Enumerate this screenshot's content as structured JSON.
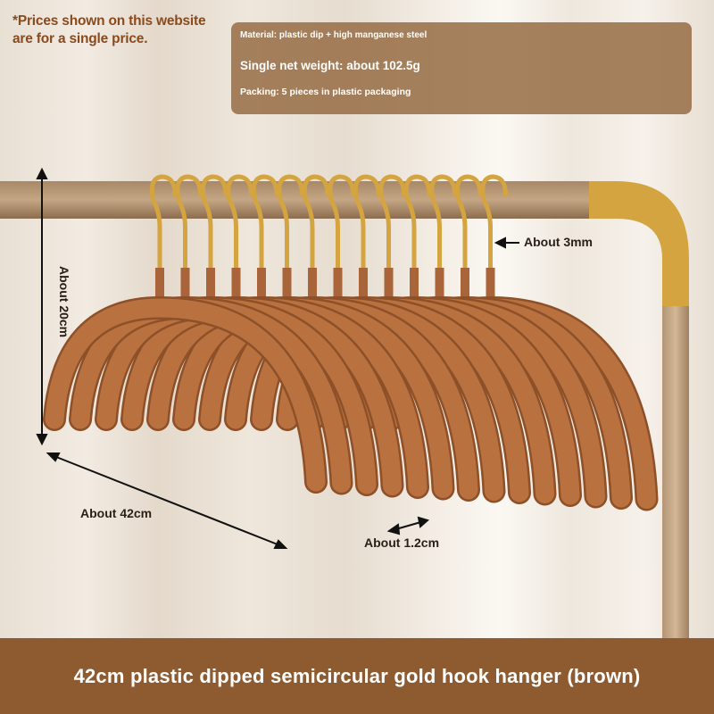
{
  "note": {
    "line1": "*Prices shown on this website",
    "line2": "are for a single price."
  },
  "info": {
    "material": "Material: plastic dip + high manganese steel",
    "weight": "Single net weight: about 102.5g",
    "packing": "Packing: 5 pieces in plastic packaging"
  },
  "dimensions": {
    "height": "About 20cm",
    "width": "About 42cm",
    "hook_diameter": "About 3mm",
    "thickness": "About 1.2cm"
  },
  "banner": {
    "title": "42cm plastic dipped semicircular gold hook hanger (brown)"
  },
  "colors": {
    "hanger": "#b9713f",
    "hook": "#d4a441",
    "banner": "#8e5b31",
    "accent_text": "#8b4a1c"
  },
  "hanger_count": 14
}
